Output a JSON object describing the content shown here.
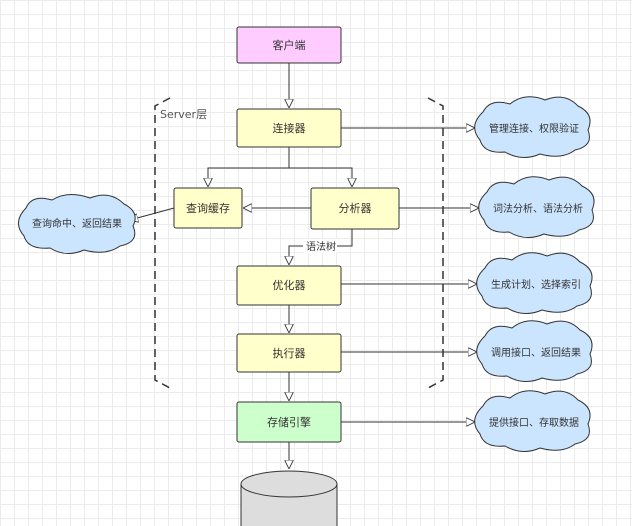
{
  "diagram": {
    "region_label": "Server层",
    "nodes": {
      "client": "客户端",
      "connector": "连接器",
      "query_cache": "查询缓存",
      "analyzer": "分析器",
      "optimizer": "优化器",
      "executor": "执行器",
      "storage_engine": "存储引擎"
    },
    "clouds": {
      "connector_note": "管理连接、权限验证",
      "cache_note": "查询命中、返回结果",
      "analyzer_note": "词法分析、语法分析",
      "optimizer_note": "生成计划、选择索引",
      "executor_note": "调用接口、返回结果",
      "engine_note": "提供接口、存取数据"
    },
    "edges": {
      "syntax_tree": "语法树"
    }
  },
  "colors": {
    "client_fill": "#ffccff",
    "process_fill": "#ffffcc",
    "engine_fill": "#ccffcc",
    "cloud_fill": "#cce5ff",
    "db_fill": "#dddddd",
    "stroke": "#333333"
  }
}
